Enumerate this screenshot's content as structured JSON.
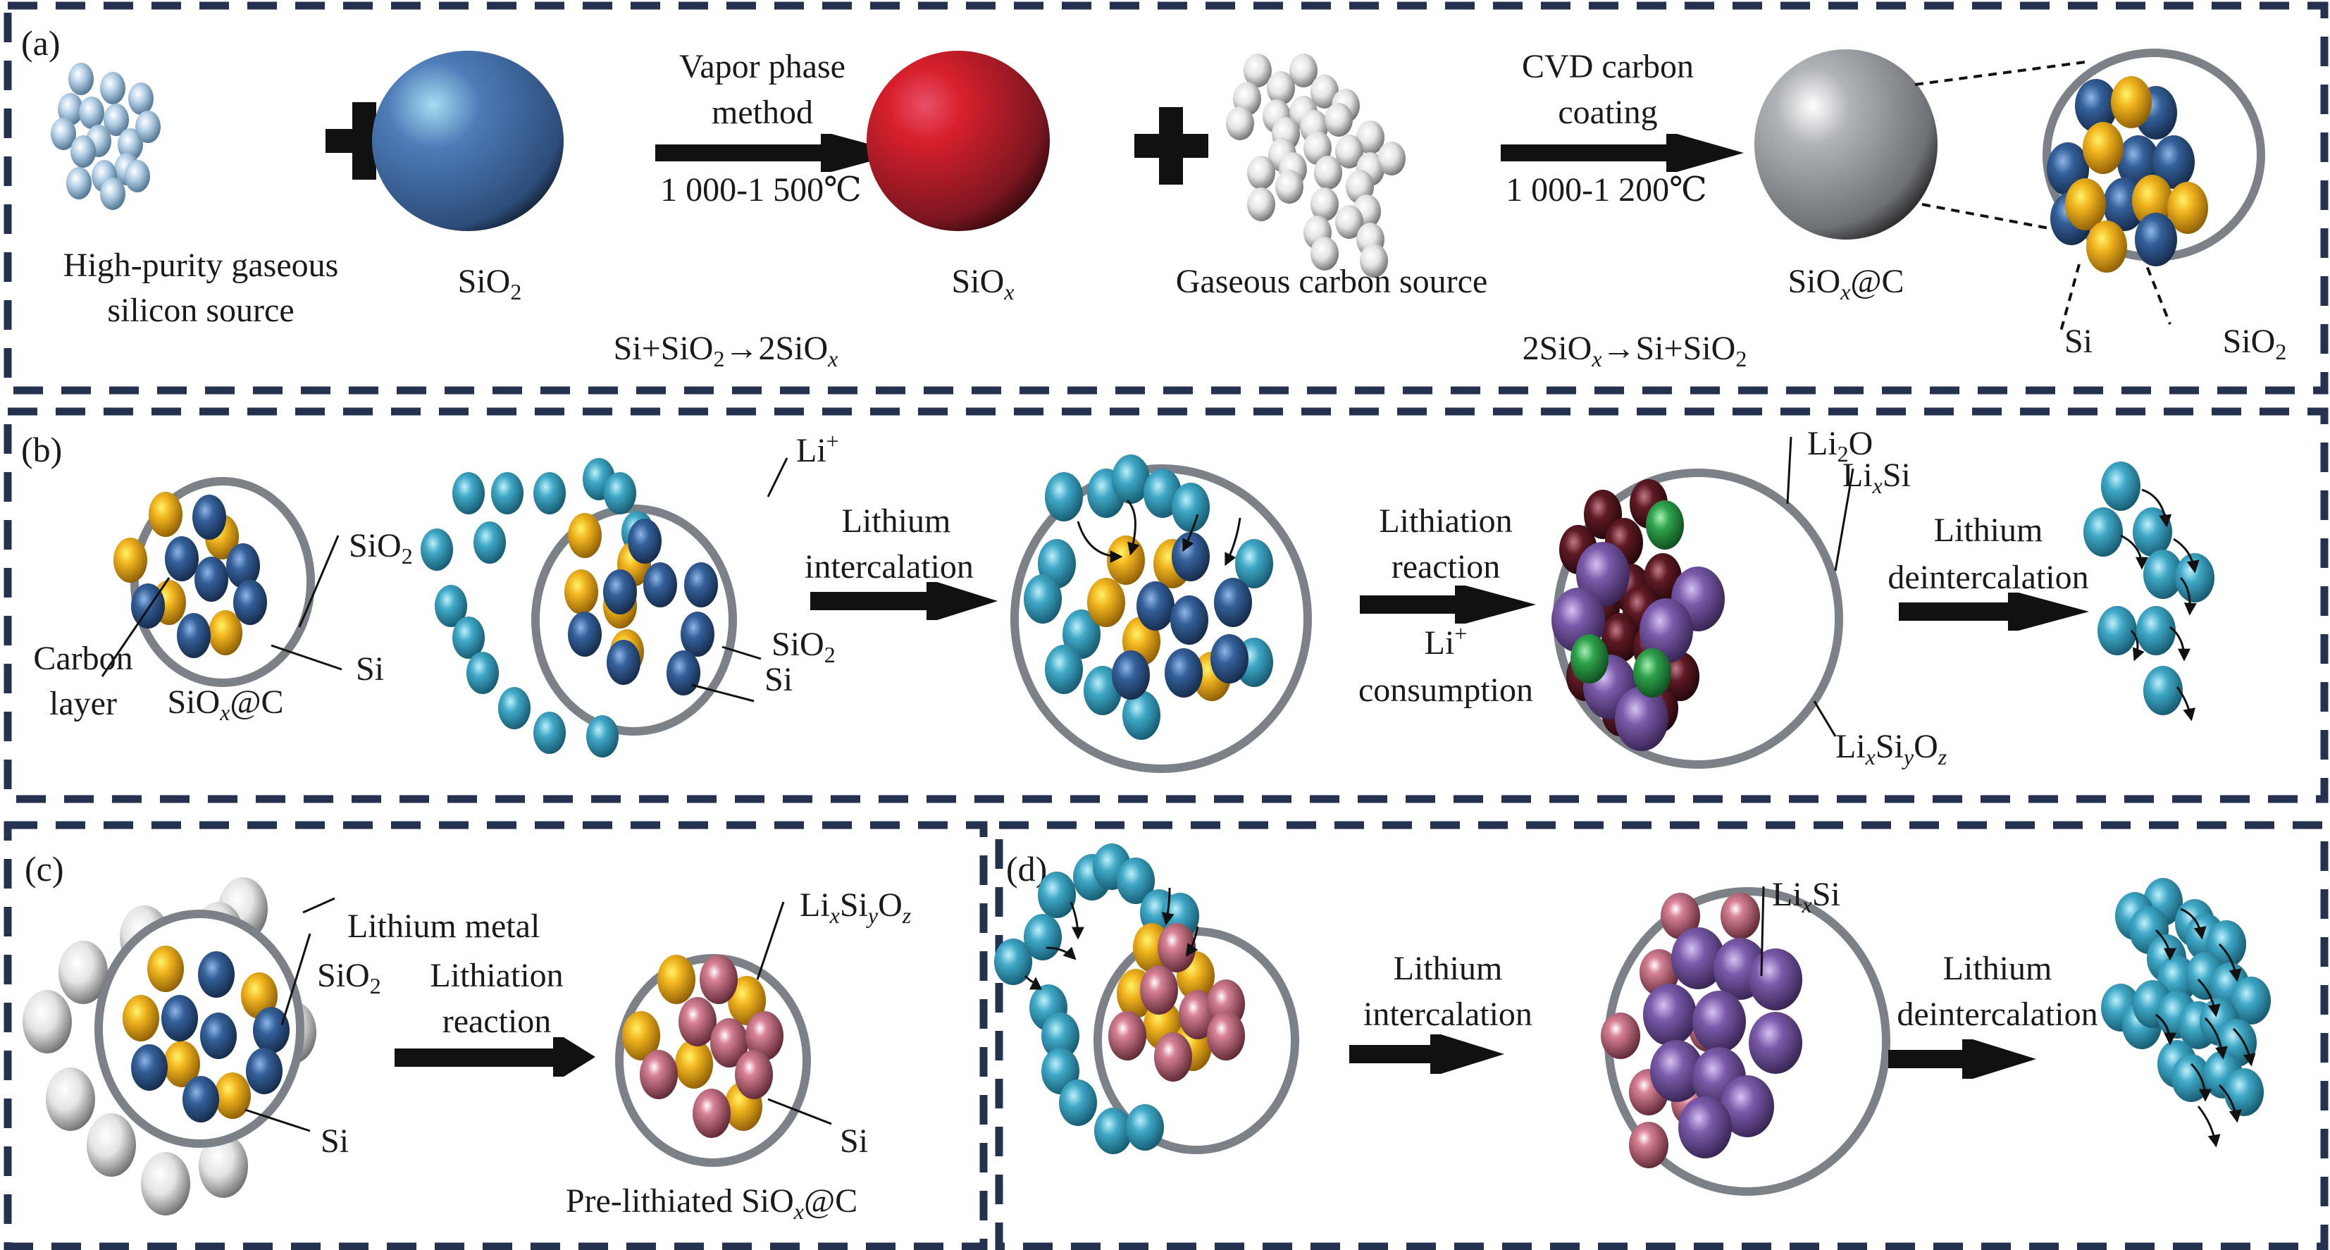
{
  "figure": {
    "border_color": "#24324f",
    "colors": {
      "si_gold": "#e8a91c",
      "sio2_blue": "#2f5a92",
      "li_cyan": "#3aa6c4",
      "sio2_big": "#4a7ab8",
      "siox_red": "#b0202c",
      "carbon_gray": "#9a9ea4",
      "shell_gray": "#7c8087",
      "lixsiyoz_maroon": "#5a1a22",
      "lixsi_purple": "#7a5aa8",
      "li2o_green": "#2fa04a",
      "prelith_pink": "#d27c8e",
      "li_metal_white": "#dadada",
      "gas_si_light": "#b8d2e6",
      "gas_c_white": "#e2e2e2"
    }
  },
  "panels": {
    "a": {
      "label": "(a)",
      "silicon_source": [
        "High-purity gaseous",
        "silicon source"
      ],
      "sio2": {
        "main": "SiO",
        "sub": "2"
      },
      "step1": {
        "top": [
          "Vapor phase",
          "method"
        ],
        "temp": "1 000-1 500℃"
      },
      "siox": {
        "main": "SiO",
        "sub": "x"
      },
      "carbon_source": "Gaseous carbon source",
      "step2": {
        "top": [
          "CVD carbon",
          "coating"
        ],
        "temp": "1 000-1 200℃"
      },
      "product": {
        "main": "SiO",
        "sub": "x",
        "tail": "@C"
      },
      "eq1": {
        "a": "Si+SiO",
        "a_sub": "2",
        "b": "→2SiO",
        "b_sub": "x"
      },
      "eq2": {
        "a": "2SiO",
        "a_sub": "x",
        "b": "→Si+SiO",
        "b_sub": "2"
      },
      "zoom_labels": {
        "si": "Si",
        "sio2_main": "SiO",
        "sio2_sub": "2"
      }
    },
    "b": {
      "label": "(b)",
      "particle_labels": {
        "sio2_main": "SiO",
        "sio2_sub": "2",
        "si": "Si",
        "carbon": [
          "Carbon",
          "layer"
        ]
      },
      "particle_name": {
        "main": "SiO",
        "sub": "x",
        "tail": "@C"
      },
      "li_plus": {
        "main": "Li",
        "sup": "+"
      },
      "step1": [
        "Lithium",
        "intercalation"
      ],
      "step2": {
        "top": [
          "Lithiation",
          "reaction"
        ],
        "bottom_main": "Li",
        "bottom_sup": "+",
        "bottom2": "consumption"
      },
      "products": {
        "li2o": {
          "main": "Li",
          "sub": "2",
          "tail": "O"
        },
        "lixsi": {
          "main": "Li",
          "sub": "x",
          "tail": "Si"
        },
        "lixsiyoz": {
          "p1": "Li",
          "s1": "x",
          "p2": "Si",
          "s2": "y",
          "p3": "O",
          "s3": "z"
        }
      },
      "step3": [
        "Lithium",
        "deintercalation"
      ]
    },
    "c": {
      "label": "(c)",
      "li_metal": "Lithium metal",
      "sio2": {
        "main": "SiO",
        "sub": "2"
      },
      "si": "Si",
      "step": [
        "Lithiation",
        "reaction"
      ],
      "lixsiyoz": {
        "p1": "Li",
        "s1": "x",
        "p2": "Si",
        "s2": "y",
        "p3": "O",
        "s3": "z"
      },
      "si2": "Si",
      "product": {
        "pre": "Pre-lithiated SiO",
        "sub": "x",
        "tail": "@C"
      }
    },
    "d": {
      "label": "(d)",
      "step1": [
        "Lithium",
        "intercalation"
      ],
      "lixsi": {
        "main": "Li",
        "sub": "x",
        "tail": "Si"
      },
      "step2": [
        "Lithium",
        "deintercalation"
      ]
    }
  }
}
